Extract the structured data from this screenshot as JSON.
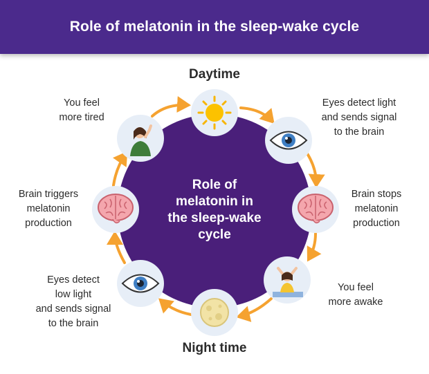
{
  "header": {
    "title": "Role of melatonin in the sleep-wake cycle"
  },
  "center": {
    "text": "Role of\nmelatonin in\nthe sleep-wake\ncycle"
  },
  "phases": {
    "day": "Daytime",
    "night": "Night time"
  },
  "steps": [
    {
      "icon": "sun-icon",
      "label": ""
    },
    {
      "icon": "eye-icon",
      "label": "Eyes detect light\nand sends signal\nto the brain"
    },
    {
      "icon": "brain-icon",
      "label": "Brain stops\nmelatonin\nproduction"
    },
    {
      "icon": "stretching-woman-icon",
      "label": "You feel\nmore awake"
    },
    {
      "icon": "moon-icon",
      "label": ""
    },
    {
      "icon": "eye-icon",
      "label": "Eyes detect\nlow light\nand sends signal\nto the brain"
    },
    {
      "icon": "brain-icon",
      "label": "Brain triggers\nmelatonin\nproduction"
    },
    {
      "icon": "tired-woman-icon",
      "label": "You feel\nmore tired"
    }
  ],
  "colors": {
    "header": "#4b2a8c",
    "circle": "#4a1f7a",
    "arrow": "#f5a230",
    "node": "#e7eef7"
  }
}
